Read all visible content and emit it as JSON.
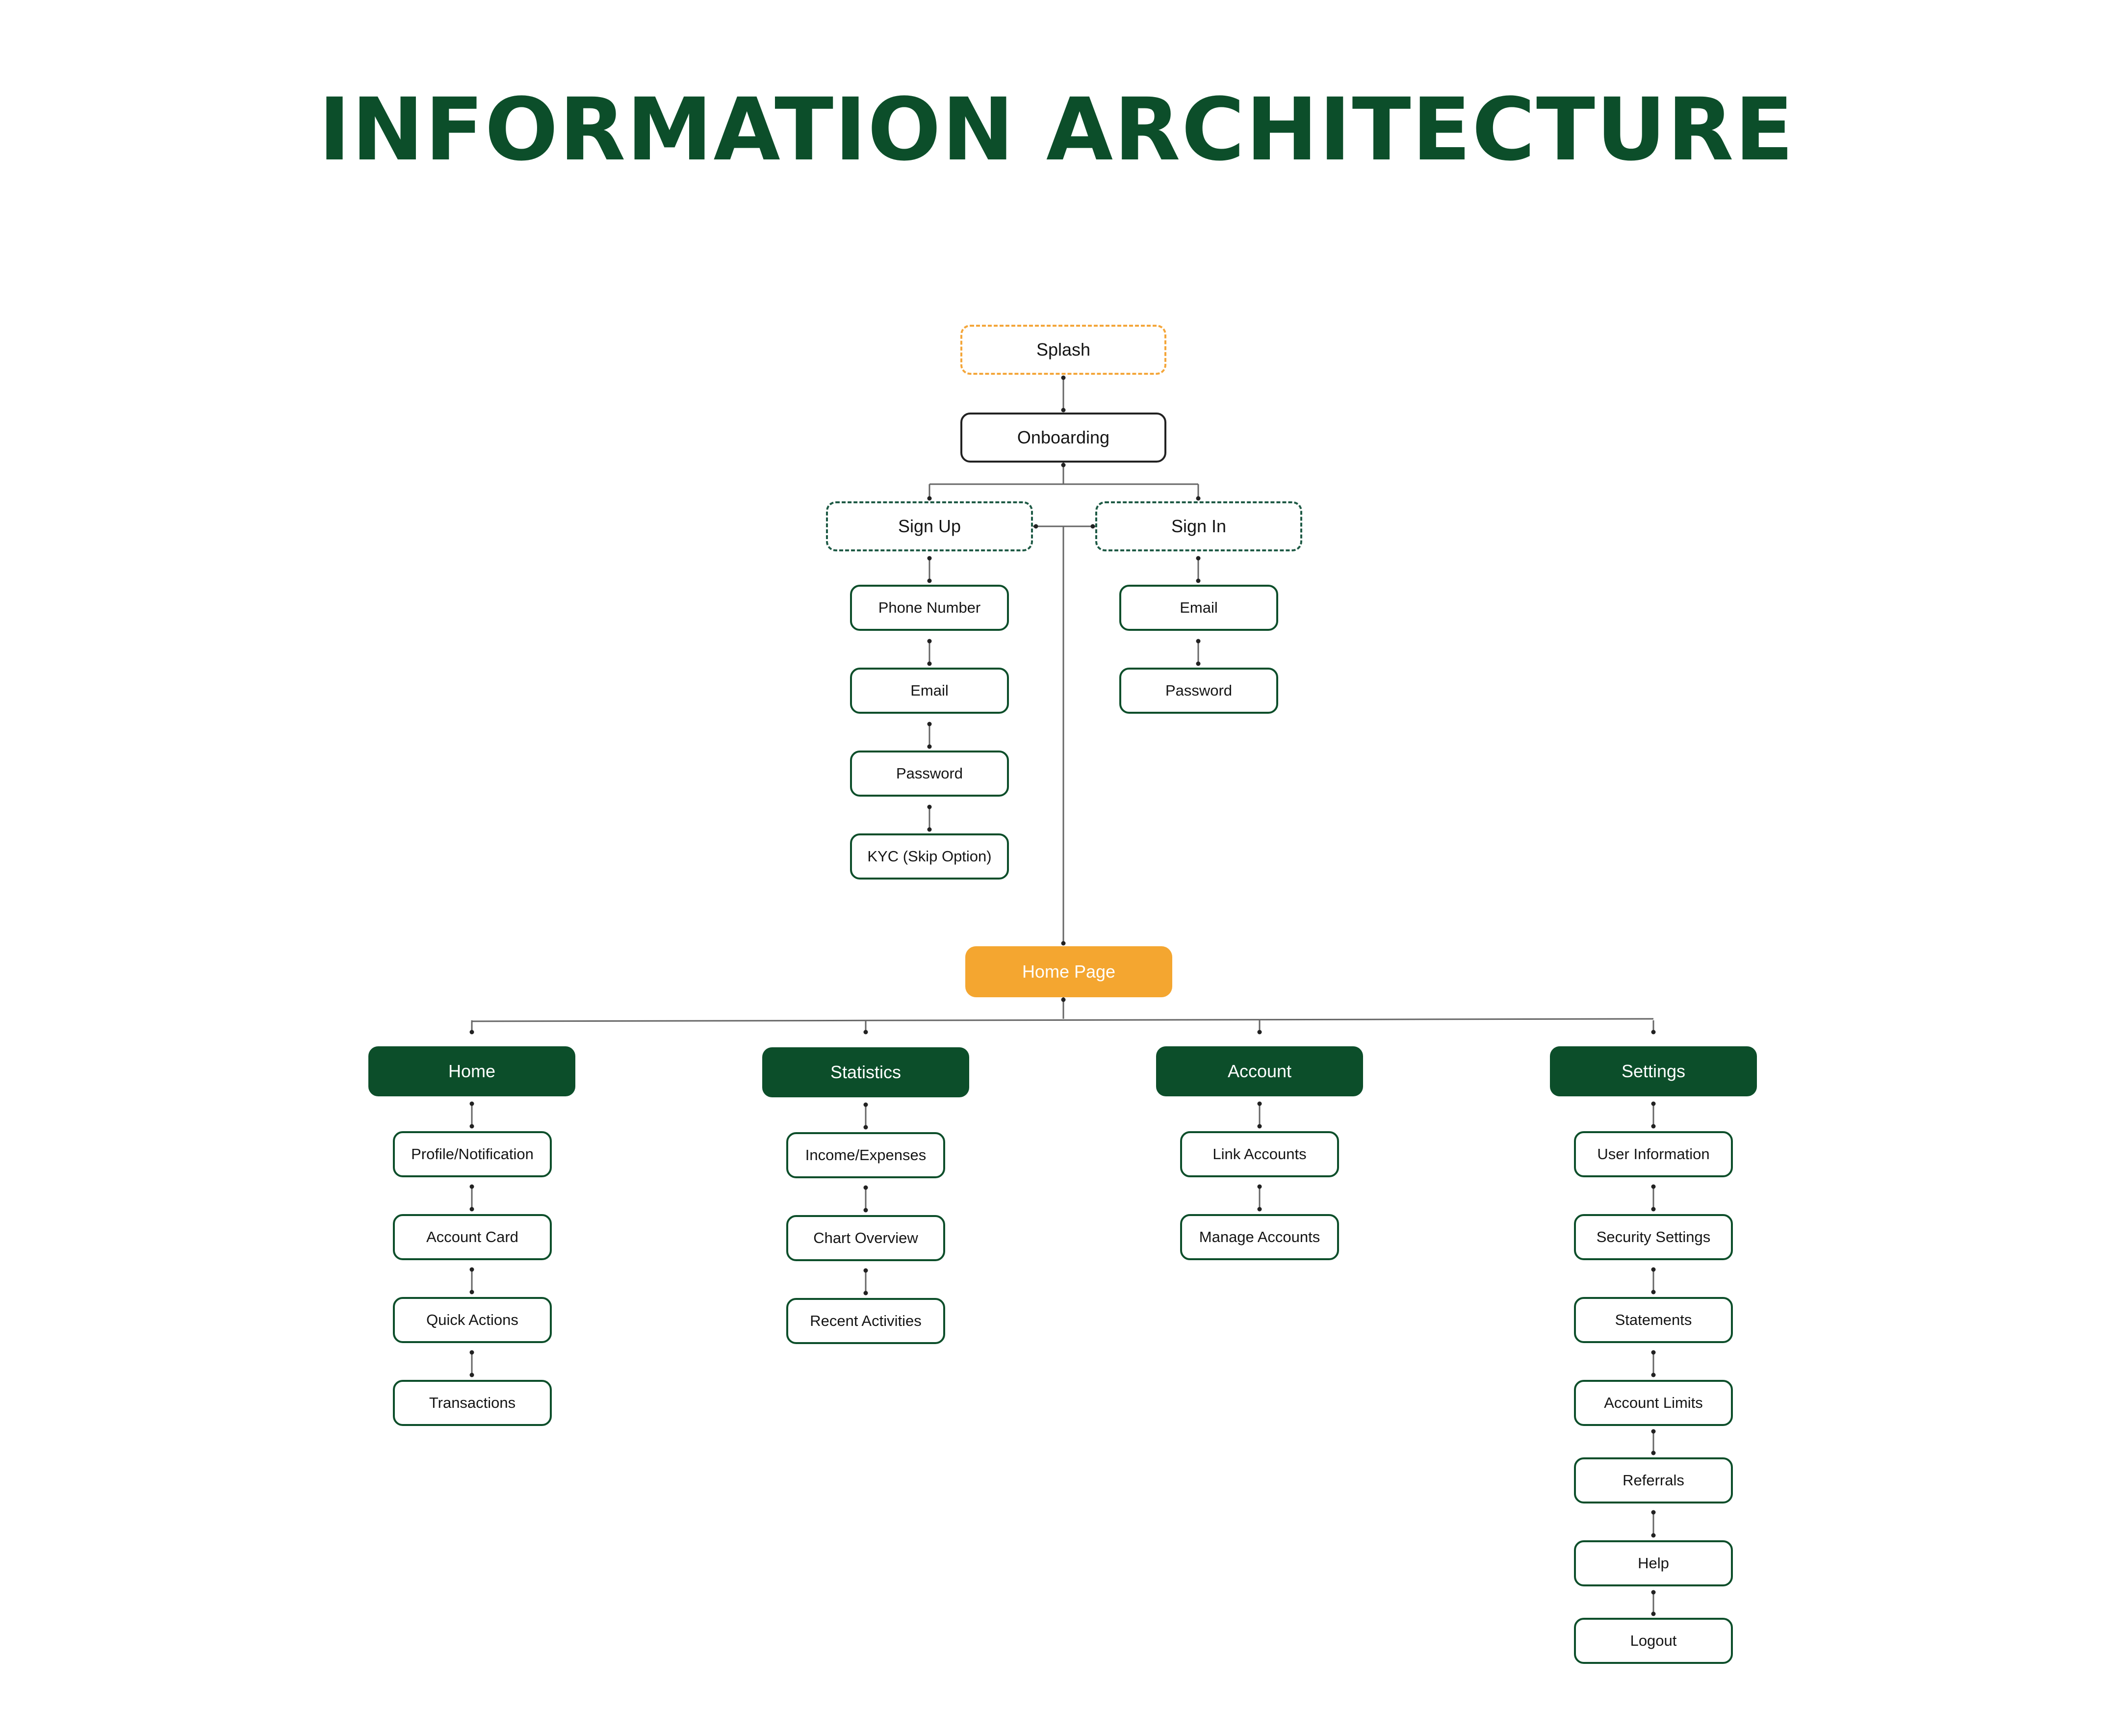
{
  "title": "INFORMATION ARCHITECTURE",
  "colors": {
    "title": "#0c4e2a",
    "category_fill": "#0c4e2a",
    "home_page_fill": "#f4a630",
    "splash_border": "#f4a63a",
    "auth_border": "#1e5a45",
    "connector": "#666666"
  },
  "flow": {
    "splash": "Splash",
    "onboarding": "Onboarding",
    "sign_up": {
      "label": "Sign Up",
      "steps": [
        "Phone Number",
        "Email",
        "Password",
        "KYC (Skip Option)"
      ]
    },
    "sign_in": {
      "label": "Sign In",
      "steps": [
        "Email",
        "Password"
      ]
    },
    "home_page": "Home Page"
  },
  "sections": [
    {
      "label": "Home",
      "items": [
        "Profile/Notification",
        "Account Card",
        "Quick Actions",
        "Transactions"
      ]
    },
    {
      "label": "Statistics",
      "items": [
        "Income/Expenses",
        "Chart Overview",
        "Recent Activities"
      ]
    },
    {
      "label": "Account",
      "items": [
        "Link Accounts",
        "Manage Accounts"
      ]
    },
    {
      "label": "Settings",
      "items": [
        "User Information",
        "Security Settings",
        "Statements",
        "Account Limits",
        "Referrals",
        "Help",
        "Logout"
      ]
    }
  ]
}
